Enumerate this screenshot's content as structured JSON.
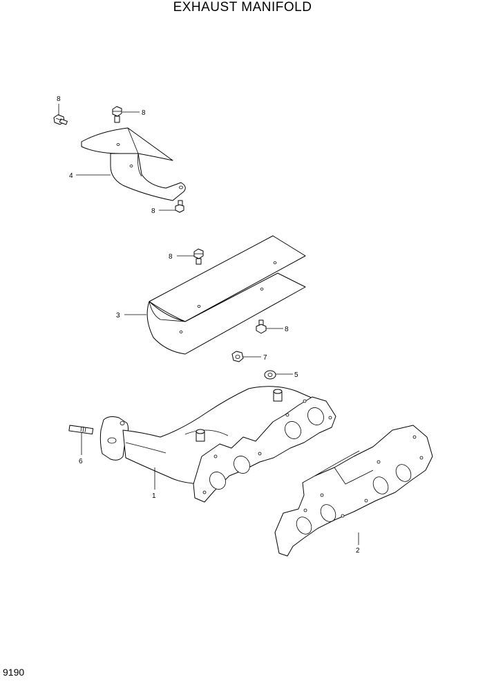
{
  "title": "EXHAUST MANIFOLD",
  "page_number": "9190",
  "callouts": {
    "c8a": "8",
    "c8b": "8",
    "c4": "4",
    "c8c": "8",
    "c8d": "8",
    "c3": "3",
    "c8e": "8",
    "c7": "7",
    "c5": "5",
    "c6": "6",
    "c1": "1",
    "c2": "2"
  }
}
